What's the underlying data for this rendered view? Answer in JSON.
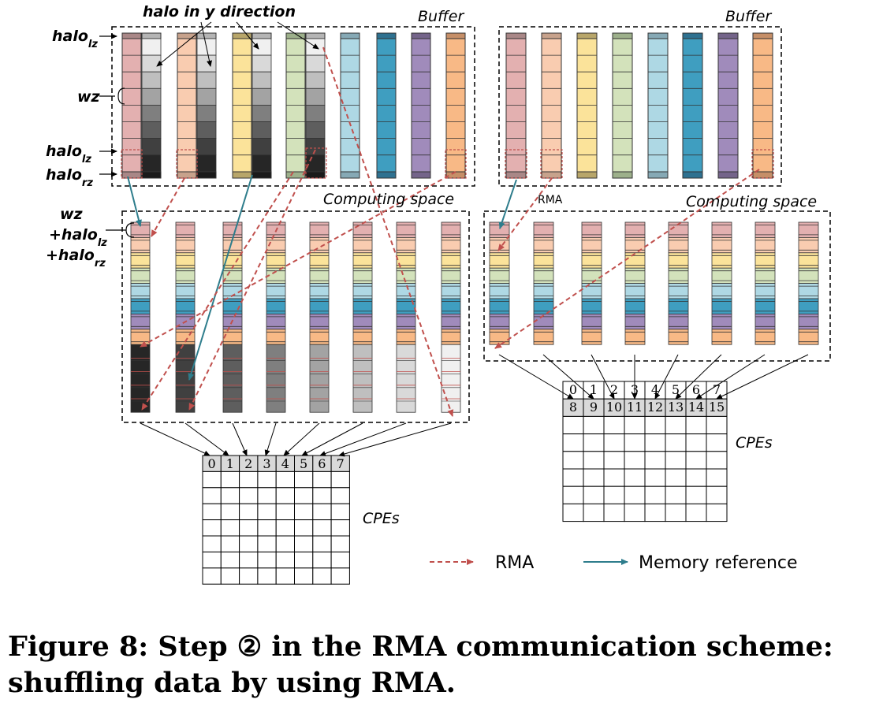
{
  "labels": {
    "buffer_left": "Buffer",
    "buffer_right": "Buffer",
    "computing_left": "Computing space",
    "computing_right": "Computing space",
    "halo_y": "halo in y direction",
    "halo_lz": "halo",
    "halo_lz_sub": "lz",
    "halo_rz": "halo",
    "halo_rz_sub": "rz",
    "wz": "wz",
    "wz_stack_1": "wz",
    "wz_stack_2": "+halo",
    "wz_stack_2_sub": "lz",
    "wz_stack_3": "+halo",
    "wz_stack_3_sub": "rz",
    "rma_small": "RMA",
    "cpes_left": "CPEs",
    "cpes_right": "CPEs"
  },
  "cpe_left_header": [
    "0",
    "1",
    "2",
    "3",
    "4",
    "5",
    "6",
    "7"
  ],
  "cpe_right_row1": [
    "0",
    "1",
    "2",
    "3",
    "4",
    "5",
    "6",
    "7"
  ],
  "cpe_right_row2": [
    "8",
    "9",
    "10",
    "11",
    "12",
    "13",
    "14",
    "15"
  ],
  "legend": {
    "rma": "RMA",
    "memory": "Memory reference"
  },
  "caption": "Figure 8: Step ② in the RMA communication scheme: shuffling data by using RMA.",
  "colors": {
    "rma_arrow": "#c0504d",
    "memory_arrow": "#2e7d8c",
    "col_pink": "#e3b0b0",
    "col_peach": "#f9ccb0",
    "col_yellow": "#fbe39a",
    "col_green": "#d3e2bb",
    "col_lightblue": "#aed8e4",
    "col_blue": "#3f9ec0",
    "col_purple": "#a08bbb",
    "col_orange": "#f8b986"
  }
}
